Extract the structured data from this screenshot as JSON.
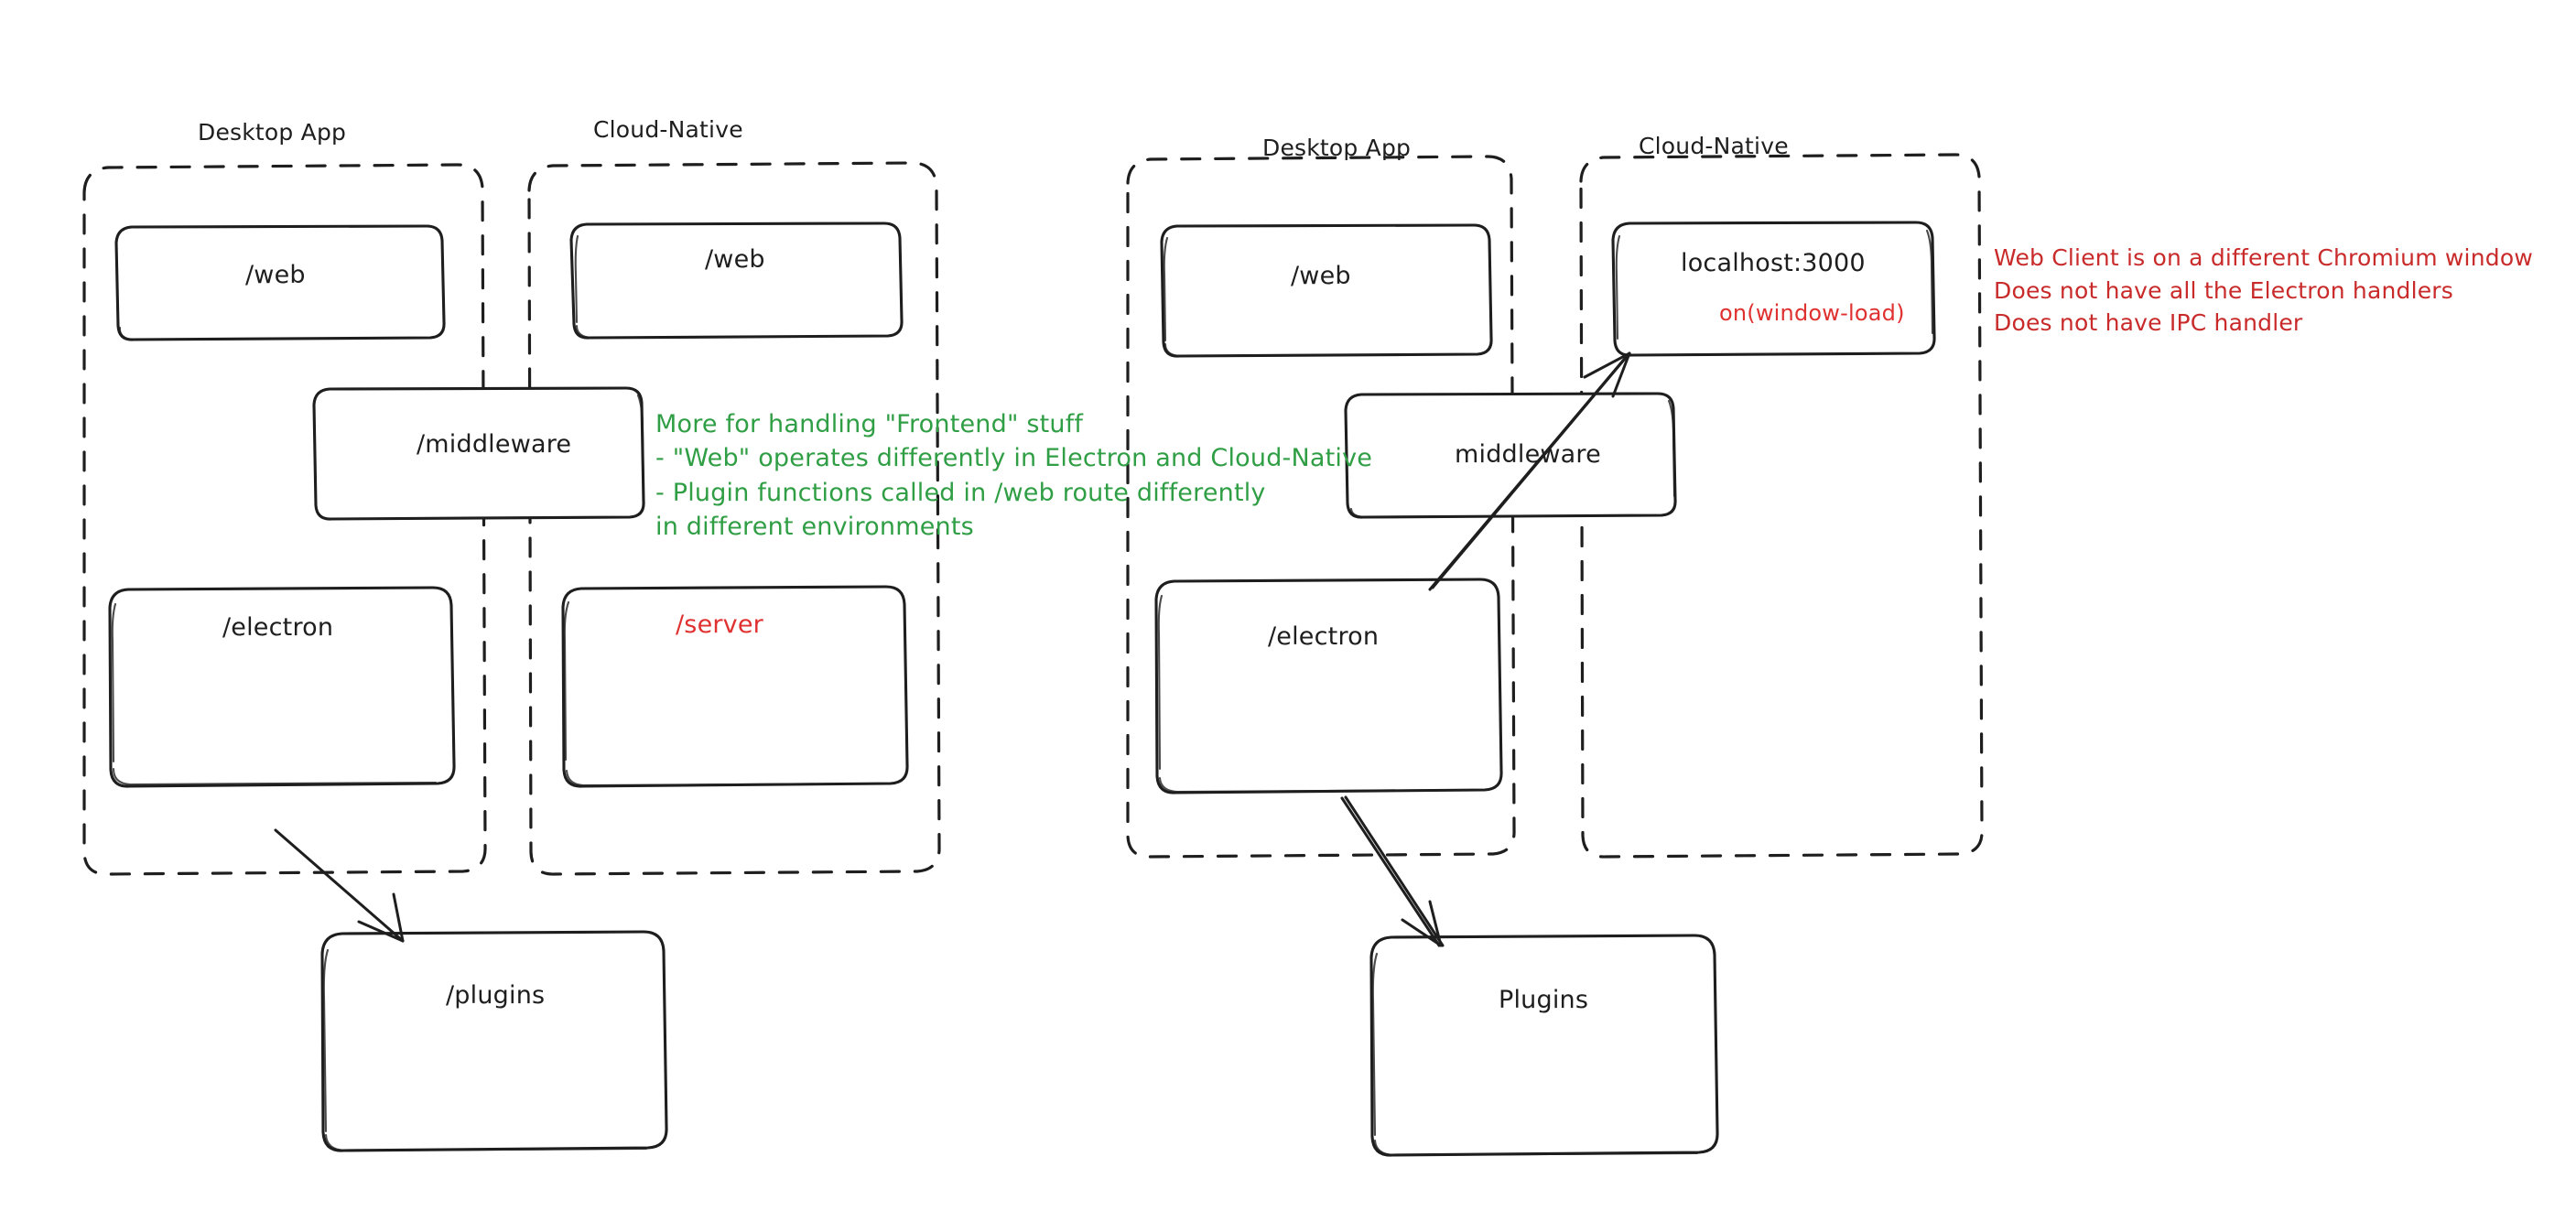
{
  "diagram": {
    "title": "Desktop App vs Cloud-Native architecture sketch",
    "style": "hand-drawn",
    "background": "#ffffff",
    "colors": {
      "stroke": "#1e1e1e",
      "green_note": "#2f9e44",
      "red_note": "#c92a2a",
      "red_label": "#e03131"
    }
  },
  "left_diagram": {
    "groups": [
      {
        "id": "left-desktop",
        "label": "Desktop App"
      },
      {
        "id": "left-cloud",
        "label": "Cloud-Native"
      }
    ],
    "boxes": [
      {
        "id": "left-desktop-web",
        "label": "/web",
        "color": "black"
      },
      {
        "id": "left-cloud-web",
        "label": "/web",
        "color": "black"
      },
      {
        "id": "left-middleware",
        "label": "/middleware",
        "color": "black"
      },
      {
        "id": "left-electron",
        "label": "/electron",
        "color": "black"
      },
      {
        "id": "left-server",
        "label": "/server",
        "color": "red"
      },
      {
        "id": "left-plugins",
        "label": "/plugins",
        "color": "black"
      }
    ],
    "arrows": [
      {
        "id": "left-electron-to-plugins",
        "from": "left-electron",
        "to": "left-plugins"
      }
    ]
  },
  "right_diagram": {
    "groups": [
      {
        "id": "right-desktop",
        "label": "Desktop App"
      },
      {
        "id": "right-cloud",
        "label": "Cloud-Native"
      }
    ],
    "boxes": [
      {
        "id": "right-desktop-web",
        "label": "/web",
        "color": "black"
      },
      {
        "id": "right-localhost",
        "label": "localhost:3000",
        "sublabel": "on(window-load)",
        "color": "black",
        "sublabel_color": "red"
      },
      {
        "id": "right-middleware",
        "label": "middleware",
        "color": "black"
      },
      {
        "id": "right-electron",
        "label": "/electron",
        "color": "black"
      },
      {
        "id": "right-plugins",
        "label": "Plugins",
        "color": "black"
      }
    ],
    "arrows": [
      {
        "id": "right-electron-to-localhost",
        "from": "right-electron",
        "to": "right-localhost"
      },
      {
        "id": "right-electron-to-plugins",
        "from": "right-electron",
        "to": "right-plugins"
      }
    ]
  },
  "annotations": {
    "green_note": {
      "id": "green-note",
      "lines": [
        "More for handling \"Frontend\" stuff",
        "- \"Web\" operates differently in Electron and Cloud-Native",
        "- Plugin functions called in /web route differently",
        "in different environments"
      ],
      "text": "More for handling \"Frontend\" stuff\n- \"Web\" operates differently in Electron and Cloud-Native\n- Plugin functions called in /web route differently\nin different environments",
      "color": "#2f9e44"
    },
    "red_note": {
      "id": "red-note",
      "lines": [
        "Web Client is on a different Chromium window",
        "Does not have all the Electron handlers",
        "Does not have IPC handler"
      ],
      "text": "Web Client is on a different Chromium window\nDoes not have all the Electron handlers\nDoes not have IPC handler",
      "color": "#c92a2a"
    }
  }
}
